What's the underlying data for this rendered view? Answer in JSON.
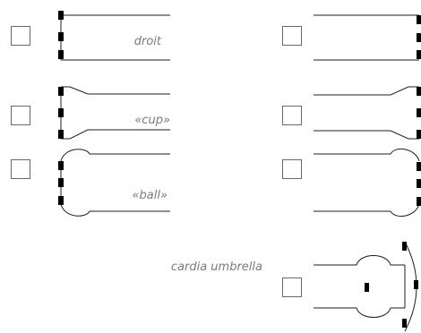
{
  "options": [
    {
      "id": "droit",
      "label": "droit",
      "checked_left": false,
      "checked_right": false
    },
    {
      "id": "cup",
      "label": "«cup»",
      "checked_left": false,
      "checked_right": false
    },
    {
      "id": "ball",
      "label": "«ball»",
      "checked_left": false,
      "checked_right": false
    },
    {
      "id": "cardia",
      "label": "cardia umbrella",
      "checked_right": false
    }
  ]
}
